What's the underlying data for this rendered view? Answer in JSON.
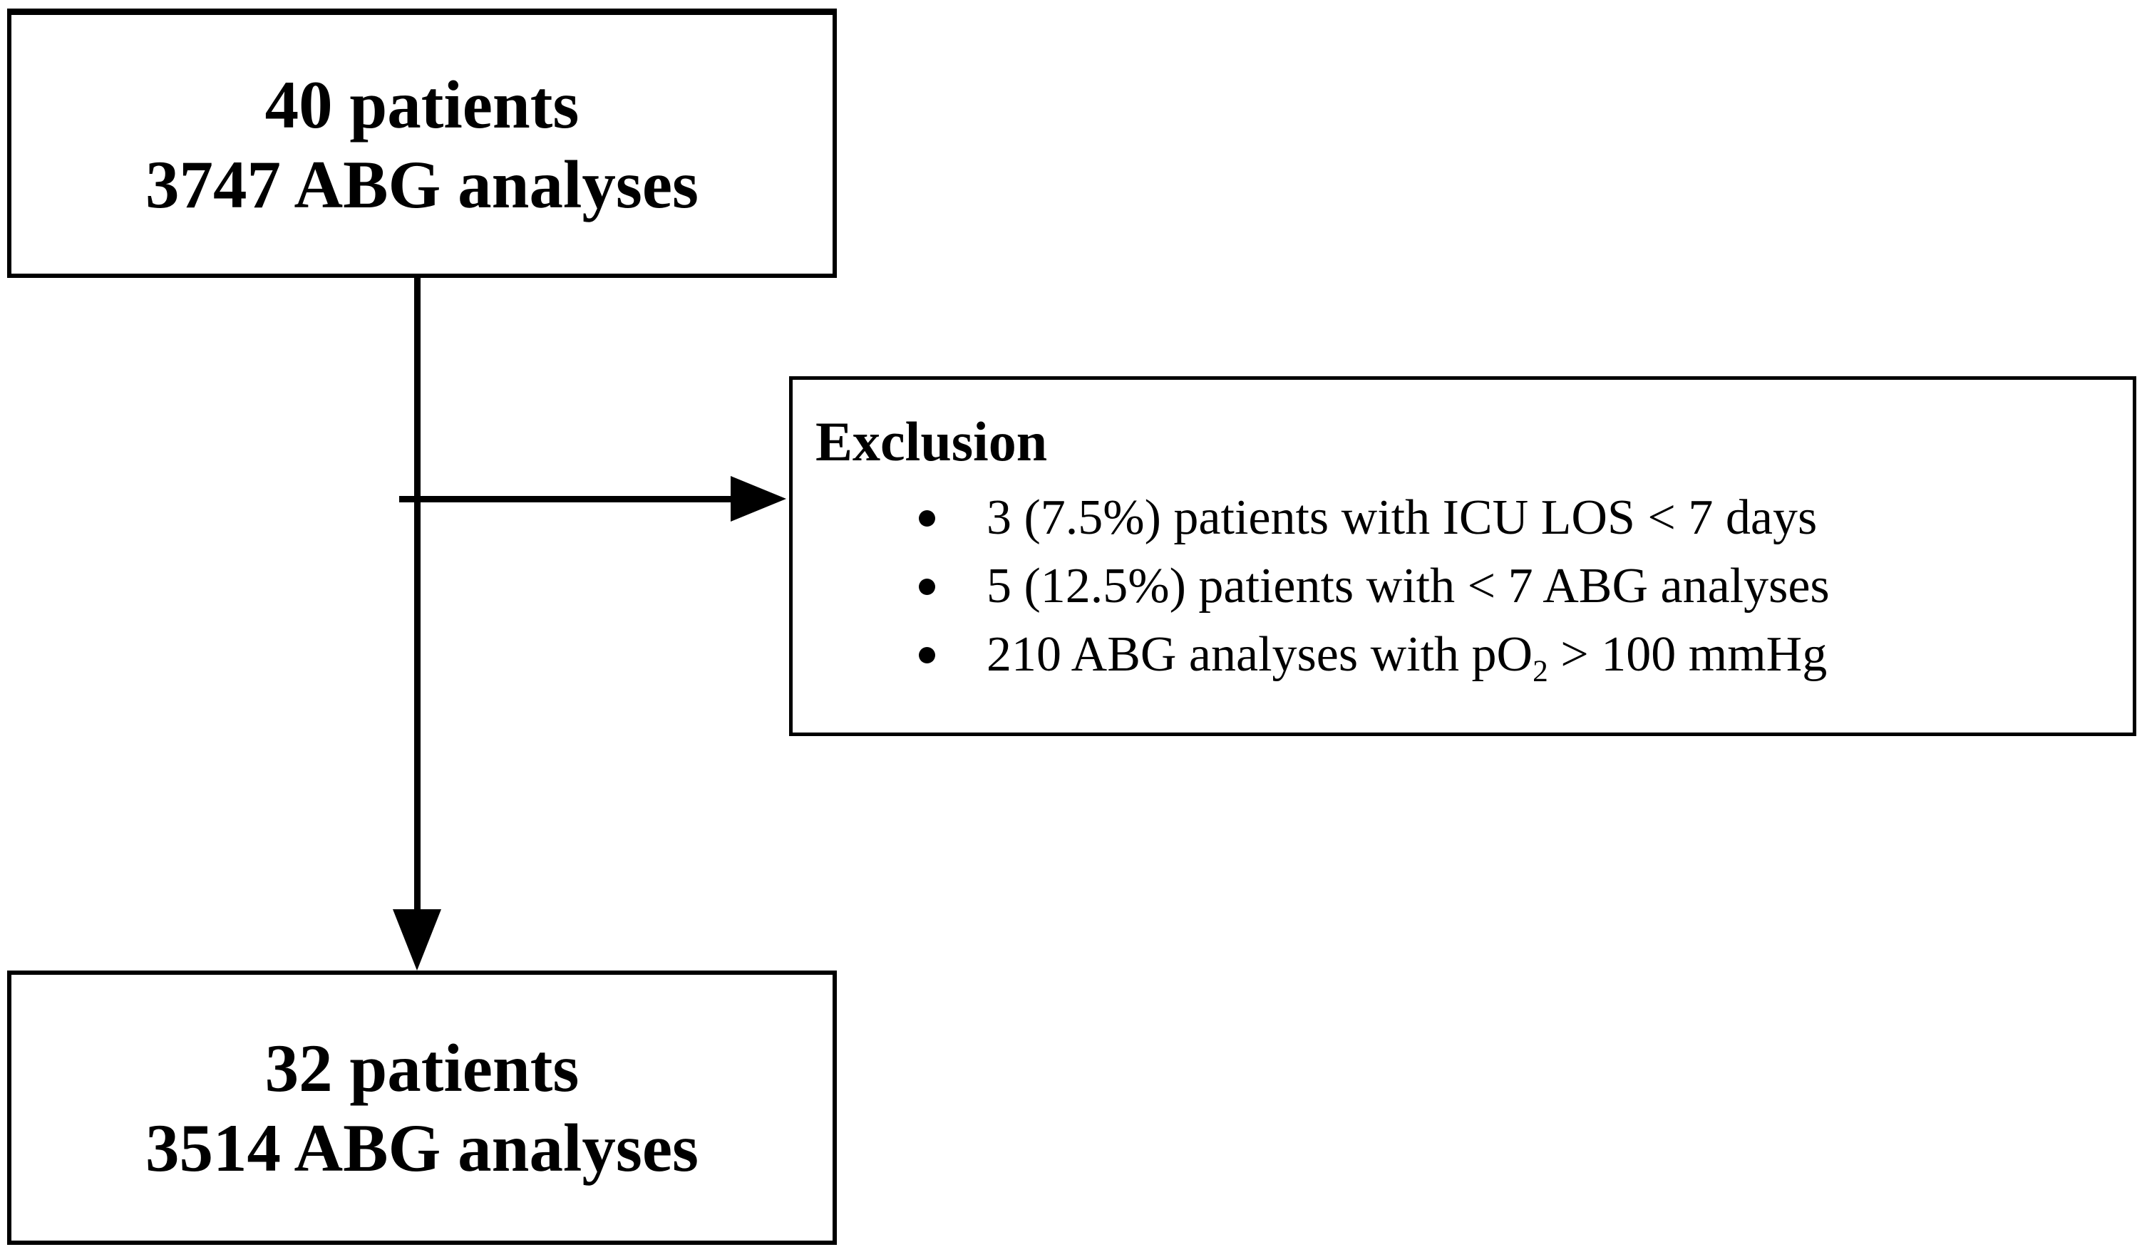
{
  "figure": {
    "type": "patient-flow-diagram",
    "colors": {
      "background": "#ffffff",
      "line": "#000000",
      "text": "#000000"
    }
  },
  "top_box": {
    "line1": "40 patients",
    "line2": "3747 ABG analyses"
  },
  "exclusion_box": {
    "title": "Exclusion",
    "items": [
      {
        "prefix": "3 (7.5%) patients with ICU LOS < 7 days",
        "sub": "",
        "suffix": ""
      },
      {
        "prefix": "5 (12.5%) patients with < 7 ABG analyses",
        "sub": "",
        "suffix": ""
      },
      {
        "prefix": "210 ABG analyses with pO",
        "sub": "2",
        "suffix": " > 100 mmHg"
      }
    ]
  },
  "bottom_box": {
    "line1": "32 patients",
    "line2": "3514 ABG analyses"
  }
}
